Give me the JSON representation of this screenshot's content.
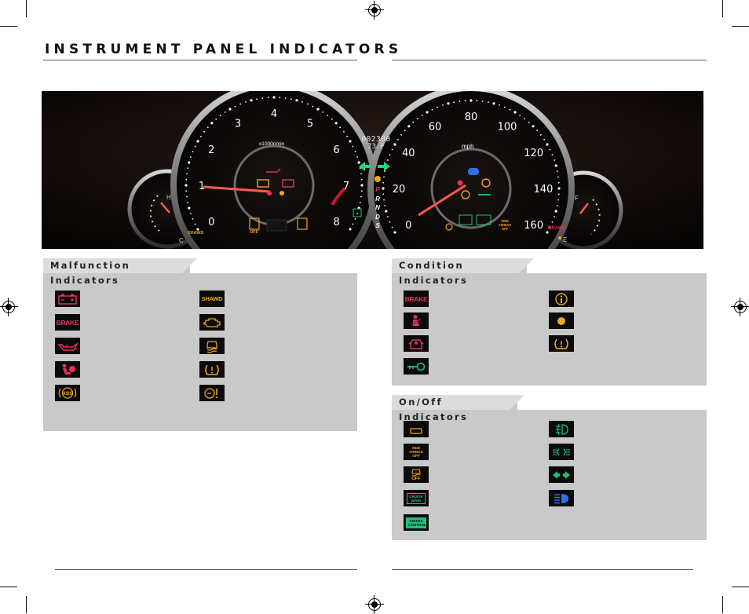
{
  "page": {
    "title": "INSTRUMENT PANEL INDICATORS"
  },
  "cluster": {
    "odometer": "002300",
    "outside_temp": "73 F",
    "tach_unit": "x1000r/min",
    "speed_unit": "mph",
    "tach_numbers": [
      "0",
      "1",
      "2",
      "3",
      "4",
      "5",
      "6",
      "7",
      "8"
    ],
    "speed_numbers": [
      "0",
      "20",
      "40",
      "60",
      "80",
      "100",
      "120",
      "140",
      "160"
    ],
    "gear_letters": [
      "P",
      "R",
      "N",
      "D",
      "S"
    ],
    "gauge_letters": {
      "hot": "H",
      "cold": "C",
      "full": "F",
      "empty": "E"
    },
    "labels": {
      "brake": "BRAKE",
      "shawd": "SHAWD",
      "off": "OFF",
      "side_airbag_off": "SIDE AIRBAG OFF"
    }
  },
  "malfunction": {
    "heading": "Malfunction Indicators",
    "items": [
      {
        "icon": "battery-icon",
        "color": "#e4325a"
      },
      {
        "icon": "brake-text-icon",
        "text": "BRAKE",
        "color": "#e4325a"
      },
      {
        "icon": "oil-pressure-icon",
        "color": "#e4325a"
      },
      {
        "icon": "airbag-icon",
        "color": "#e4325a"
      },
      {
        "icon": "abs-icon",
        "text": "ABS",
        "color": "#f0a51c"
      },
      {
        "icon": "shawd-icon",
        "text": "SHAWD",
        "color": "#f0a51c"
      },
      {
        "icon": "check-engine-icon",
        "color": "#f0a51c"
      },
      {
        "icon": "vsa-icon",
        "color": "#f0a51c"
      },
      {
        "icon": "tire-pressure-icon",
        "color": "#f0a51c"
      },
      {
        "icon": "transmission-warning-icon",
        "color": "#f0a51c"
      }
    ]
  },
  "condition": {
    "heading": "Condition Indicators",
    "items": [
      {
        "icon": "brake-text-icon",
        "text": "BRAKE",
        "color": "#e4325a"
      },
      {
        "icon": "seatbelt-icon",
        "color": "#e4325a"
      },
      {
        "icon": "door-open-icon",
        "color": "#e4325a"
      },
      {
        "icon": "immobilizer-key-icon",
        "color": "#1fc27e"
      },
      {
        "icon": "info-icon",
        "color": "#f0a51c"
      },
      {
        "icon": "low-fuel-icon",
        "color": "#f0a51c"
      },
      {
        "icon": "tire-pressure-icon",
        "color": "#f0a51c"
      }
    ]
  },
  "onoff": {
    "heading": "On/Off Indicators",
    "items": [
      {
        "icon": "trunk-open-icon",
        "color": "#f0a51c"
      },
      {
        "icon": "side-airbag-off-icon",
        "text": "SIDE AIRBAG OFF",
        "color": "#f0a51c"
      },
      {
        "icon": "vsa-off-icon",
        "text": "OFF",
        "color": "#f0a51c"
      },
      {
        "icon": "cruise-main-icon",
        "text": "CRUISE MAIN",
        "color": "#1fc27e"
      },
      {
        "icon": "cruise-control-icon",
        "text": "CRUISE CONTROL",
        "color": "#1fc27e"
      },
      {
        "icon": "fog-light-icon",
        "color": "#1fc27e"
      },
      {
        "icon": "parking-lights-icon",
        "color": "#1fc27e"
      },
      {
        "icon": "turn-signal-icon",
        "color": "#1fc27e"
      },
      {
        "icon": "high-beam-icon",
        "color": "#2f6fe8"
      }
    ]
  }
}
